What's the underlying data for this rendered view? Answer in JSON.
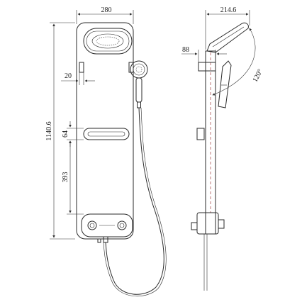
{
  "drawing": {
    "type": "technical-drawing",
    "views": [
      "front-view",
      "side-view"
    ],
    "front_view": {
      "dimensions": {
        "panel_width": "280",
        "total_height": "1140.6",
        "side_offset": "20",
        "shelf_height": "64",
        "shelf_to_controls": "393"
      }
    },
    "side_view": {
      "dimensions": {
        "head_reach": "214.6",
        "column_depth": "88",
        "tilt_angle": "120°"
      }
    }
  }
}
